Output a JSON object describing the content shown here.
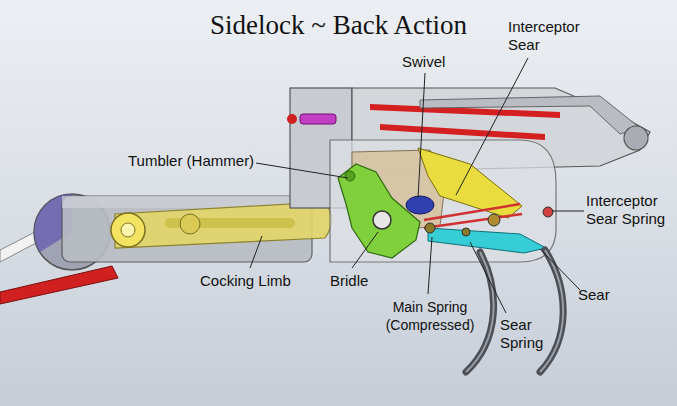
{
  "diagram": {
    "title": "Sidelock ~ Back Action",
    "labels": [
      "Swivel",
      "Interceptor Sear",
      "Tumbler (Hammer)",
      "Interceptor Sear Spring",
      "Cocking Limb",
      "Bridle",
      "Main Spring (Compressed)",
      "Sear",
      "Sear Spring"
    ]
  }
}
